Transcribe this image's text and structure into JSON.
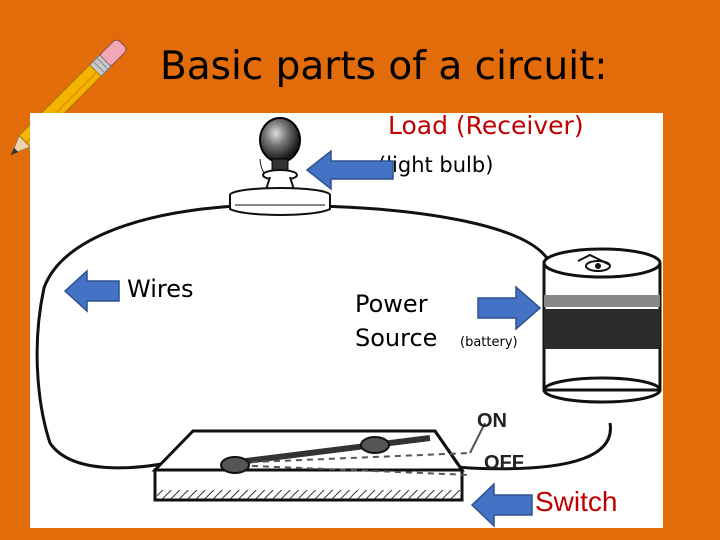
{
  "slide": {
    "title": "Basic parts of a circuit:"
  },
  "labels": {
    "load": "Load (Receiver)",
    "bulb": "(light bulb)",
    "wires": "Wires",
    "power_line1": "Power",
    "power_line2": "Source",
    "battery": "(battery)",
    "switch": "Switch",
    "on": "ON",
    "off": "OFF"
  },
  "colors": {
    "background": "#E36C0A",
    "accent_red": "#C00000",
    "arrow_blue": "#4472C4"
  },
  "icons": [
    "pencil-icon",
    "arrow-icon"
  ]
}
